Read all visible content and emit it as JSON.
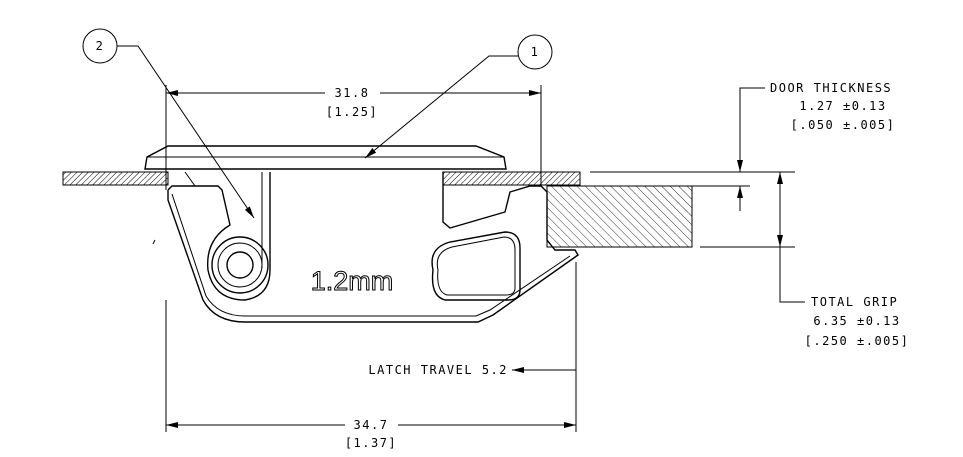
{
  "balloons": {
    "one": "1",
    "two": "2"
  },
  "dims": {
    "top_width_mm": "31.8",
    "top_width_in": "[1.25]",
    "bottom_width_mm": "34.7",
    "bottom_width_in": "[1.37]",
    "latch_travel": "LATCH TRAVEL 5.2"
  },
  "door_thickness": {
    "label": "DOOR THICKNESS",
    "mm": "1.27 ±0.13",
    "in": "[.050 ±.005]"
  },
  "total_grip": {
    "label": "TOTAL GRIP",
    "mm": "6.35 ±0.13",
    "in": "[.250 ±.005]"
  },
  "part_label": "1.2mm"
}
